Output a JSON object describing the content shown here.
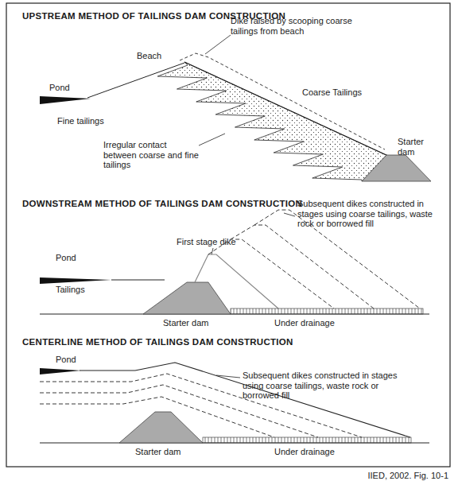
{
  "diagram": {
    "caption": "IIED, 2002. Fig. 10-1",
    "labels": [
      "UPSTREAM METHOD OF TAILINGS DAM CONSTRUCTION",
      "Pond",
      "Beach",
      "Dike raised by scooping coarse tailings from beach",
      "Coarse Tailings",
      "Fine tailings",
      "Irregular contact between coarse and fine tailings",
      "Starter dam",
      "DOWNSTREAM METHOD OF TAILINGS DAM CONSTRUCTION",
      "Subsequent dikes constructed in stages using coarse tailings, waste rock or borrowed fill",
      "Pond",
      "First stage dike",
      "Tailings",
      "Starter dam",
      "Under drainage",
      "CENTERLINE METHOD OF TAILINGS DAM CONSTRUCTION",
      "Pond",
      "Subsequent dikes constructed in stages using coarse tailings, waste rock or borrowed fill",
      "Starter dam",
      "Under drainage"
    ]
  }
}
